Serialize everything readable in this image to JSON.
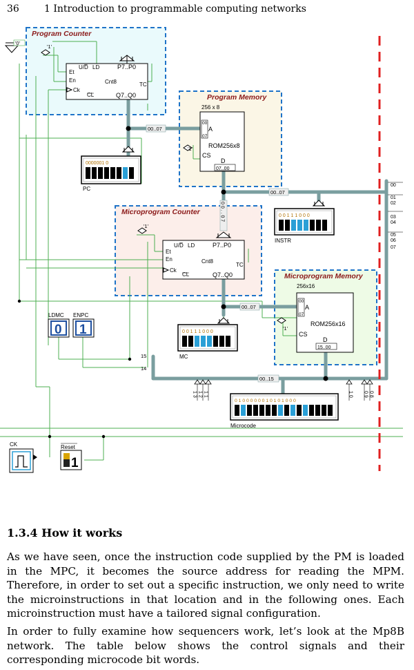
{
  "header": {
    "page_number": "36",
    "running_head": "1 Introduction to programmable computing networks"
  },
  "figure": {
    "const_zero": "'0'",
    "program_counter": {
      "title": "Program Counter",
      "const_one": "'1'",
      "updn": "U/D̅",
      "ld": "LD",
      "p_range": "P7..P0",
      "et": "Et",
      "en": "En",
      "ck": "Ck",
      "cl": "CL",
      "type": "Cnt8",
      "tc": "TC",
      "q_range": "Q7..Q0",
      "bus_label": "00..07"
    },
    "pc_display": {
      "label": "PC",
      "digits": "0000001 0"
    },
    "program_memory": {
      "title": "Program Memory",
      "size": "256 x 8",
      "a_top": "00",
      "a_label": "A",
      "a_bottom": "07",
      "const_one": "'1'",
      "cs": "CS",
      "type": "ROM256x8",
      "d_label": "D",
      "d_range": "07..00",
      "out_bus": "00..07"
    },
    "instr_display": {
      "label": "INSTR",
      "digits": "0 0 1 1 1 0 0 0"
    },
    "side_labels": [
      "00",
      "01",
      "02",
      "03",
      "04",
      "05",
      "06",
      "07"
    ],
    "vertical_bus": "0 0 . . 0 7",
    "microprogram_counter": {
      "title": "Microprogram Counter",
      "const_one": "'1'",
      "updn": "U/D̅",
      "ld": "LD",
      "p_range": "P7..P0",
      "et": "Et",
      "en": "En",
      "ck": "Ck",
      "cl": "CL",
      "type": "Cnt8",
      "tc": "TC",
      "q_range": "Q7..Q0",
      "bus_label": "00..07"
    },
    "microprogram_memory": {
      "title": "Microprogram Memory",
      "size": "256x16",
      "a_top": "00",
      "a_label": "A",
      "a_bottom": "07",
      "const_one": "'1'",
      "cs": "CS",
      "type": "ROM256x16",
      "d_label": "D",
      "d_range": "15..00"
    },
    "switches": {
      "ldmc_label": "LDMC",
      "ldmc_value": "0",
      "enpc_label": "ENPC",
      "enpc_value": "1"
    },
    "mc_display": {
      "label": "MC",
      "digits": "0 0 1 1 1 0 0 0"
    },
    "bus_15": "15",
    "bus_14": "14",
    "microcode_bus": "00..15",
    "microcode_display": {
      "label": "Microcode",
      "digits": "0 1 0 0 0 0 0 0 1 0 1 0 1 0 0 0"
    },
    "tap_left": [
      "1 3",
      "1 2",
      "1 1"
    ],
    "tap_right": [
      "1 0",
      "0 9",
      "0 8"
    ],
    "ck_label": "CK",
    "reset_label": "Reset",
    "reset_value": "1"
  },
  "section": {
    "heading": "1.3.4  How it works",
    "paragraphs": [
      "As we have seen, once the instruction code supplied by the PM is loaded in the MPC, it becomes the source address for reading the MPM. Therefore, in order to set out a specific instruction, we only need to write the microinstructions in that location and in the following ones. Each microinstruction must have a tailored signal configuration.",
      "In order to fully examine how sequencers work, let’s look at the Mp8B network. The table below shows the control signals and their corresponding microcode bit words."
    ]
  },
  "colors": {
    "bus": "#7a9e9f",
    "wire": "#4caf50",
    "dashed_box": "#1e73c8",
    "title_red": "#8b1a1a",
    "marker_red": "#e02020",
    "pc_fill": "#eafafc",
    "pm_fill": "#fbf6e6",
    "mpc_fill": "#fceeea",
    "mpm_fill": "#eefbe6"
  }
}
